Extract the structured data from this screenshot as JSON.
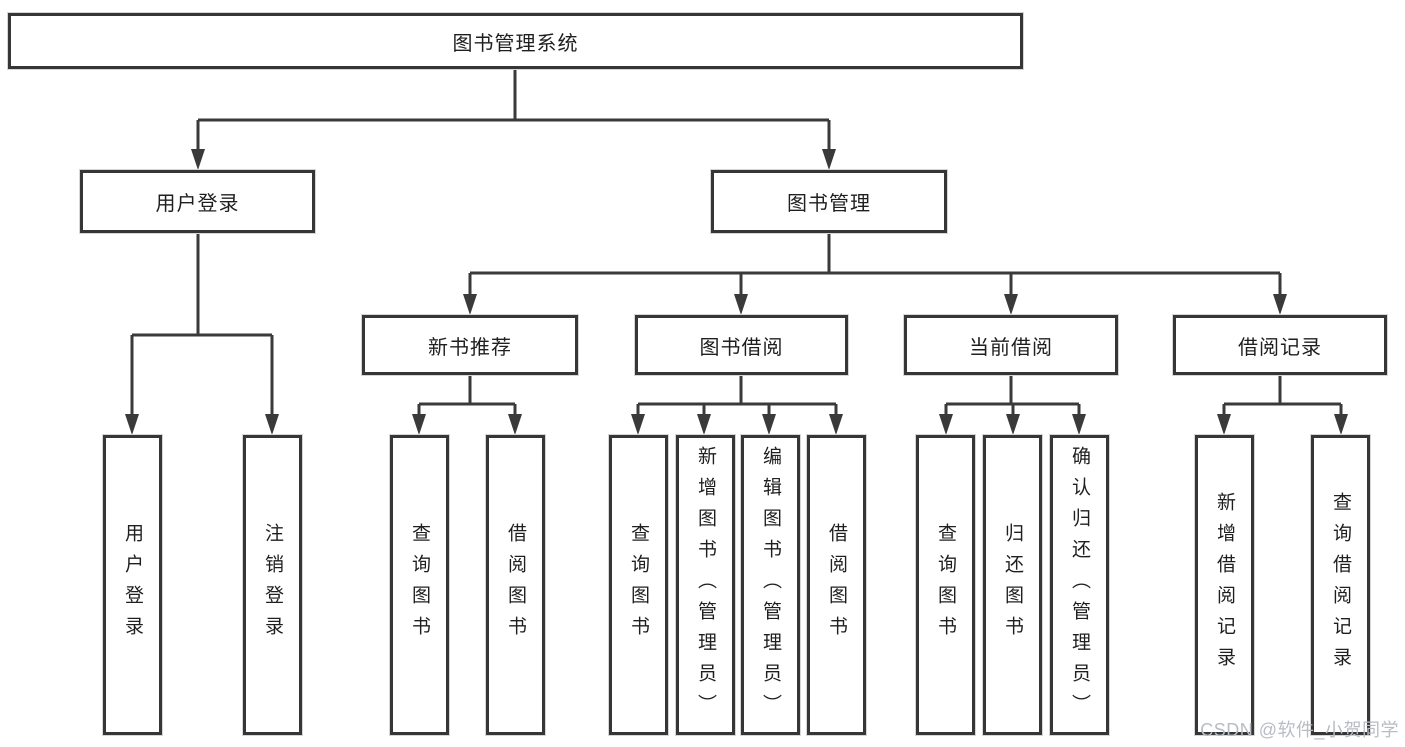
{
  "diagram": {
    "root": {
      "label": "图书管理系统"
    },
    "level2": [
      {
        "label": "用户登录"
      },
      {
        "label": "图书管理"
      }
    ],
    "level3": [
      {
        "label": "新书推荐"
      },
      {
        "label": "图书借阅"
      },
      {
        "label": "当前借阅"
      },
      {
        "label": "借阅记录"
      }
    ],
    "leaves": [
      {
        "label": "用户登录"
      },
      {
        "label": "注销登录"
      },
      {
        "label": "查询图书"
      },
      {
        "label": "借阅图书"
      },
      {
        "label": "查询图书"
      },
      {
        "label": "新增图书（管理员）"
      },
      {
        "label": "编辑图书（管理员）"
      },
      {
        "label": "借阅图书"
      },
      {
        "label": "查询图书"
      },
      {
        "label": "归还图书"
      },
      {
        "label": "确认归还（管理员）"
      },
      {
        "label": "新增借阅记录"
      },
      {
        "label": "查询借阅记录"
      }
    ],
    "watermark": "CSDN @软件_小贺同学",
    "colors": {
      "line": "#3a3a3a",
      "box_border": "#363636",
      "box_background": "#ffffff",
      "text": "#1f1f1f",
      "watermark": "#b7bdc3",
      "background": "#ffffff"
    }
  }
}
